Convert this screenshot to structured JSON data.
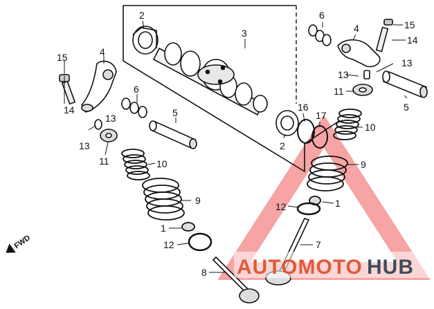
{
  "diagram": {
    "fwd_label": "FWD",
    "callouts": {
      "c2_top": "2",
      "c3": "3",
      "c4_left": "4",
      "c15_left": "15",
      "c14_left": "14",
      "c6_left": "6",
      "c5_left": "5",
      "c13_left": "13",
      "c11_left": "11",
      "c10_left": "10",
      "c9_left": "9",
      "c1_left": "1",
      "c12_left": "12",
      "c8": "8",
      "c6_right": "6",
      "c4_right": "4",
      "c15_right": "15",
      "c14_right": "14",
      "c13_right": "13",
      "c11_right": "11",
      "c5_right": "5",
      "c16": "16",
      "c17": "17",
      "c2_mid": "2",
      "c10_right": "10",
      "c9_right": "9",
      "c12_right": "12",
      "c1_right": "1",
      "c7": "7"
    }
  },
  "watermark": {
    "part1": "AUTOMOTO",
    "part2": "HUB",
    "colors": {
      "triangle": "#ec4b4b",
      "part1": "#e05a3a",
      "part2": "#3f4b5a"
    }
  }
}
